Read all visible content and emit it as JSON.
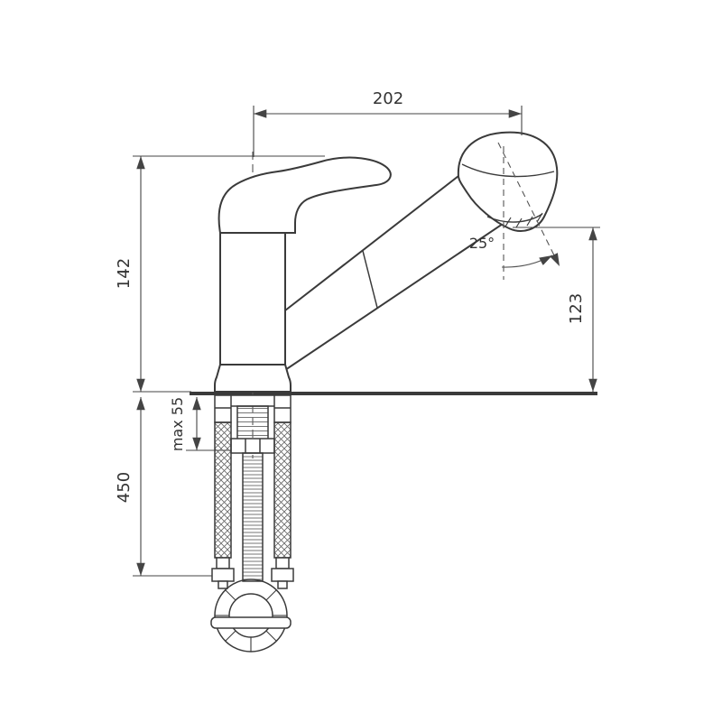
{
  "drawing": {
    "type": "technical-dimension-drawing",
    "subject": "single-lever kitchen faucet with pull-out spray head and under-counter supply hoses"
  },
  "labels": {
    "spout_reach": "202",
    "body_height": "142",
    "spray_height": "123",
    "spray_angle": "25°",
    "max_deck": "max 55",
    "hose_length": "450"
  },
  "colors": {
    "line": "#3a3a3a",
    "dimension_line": "#444444",
    "background": "#ffffff"
  }
}
